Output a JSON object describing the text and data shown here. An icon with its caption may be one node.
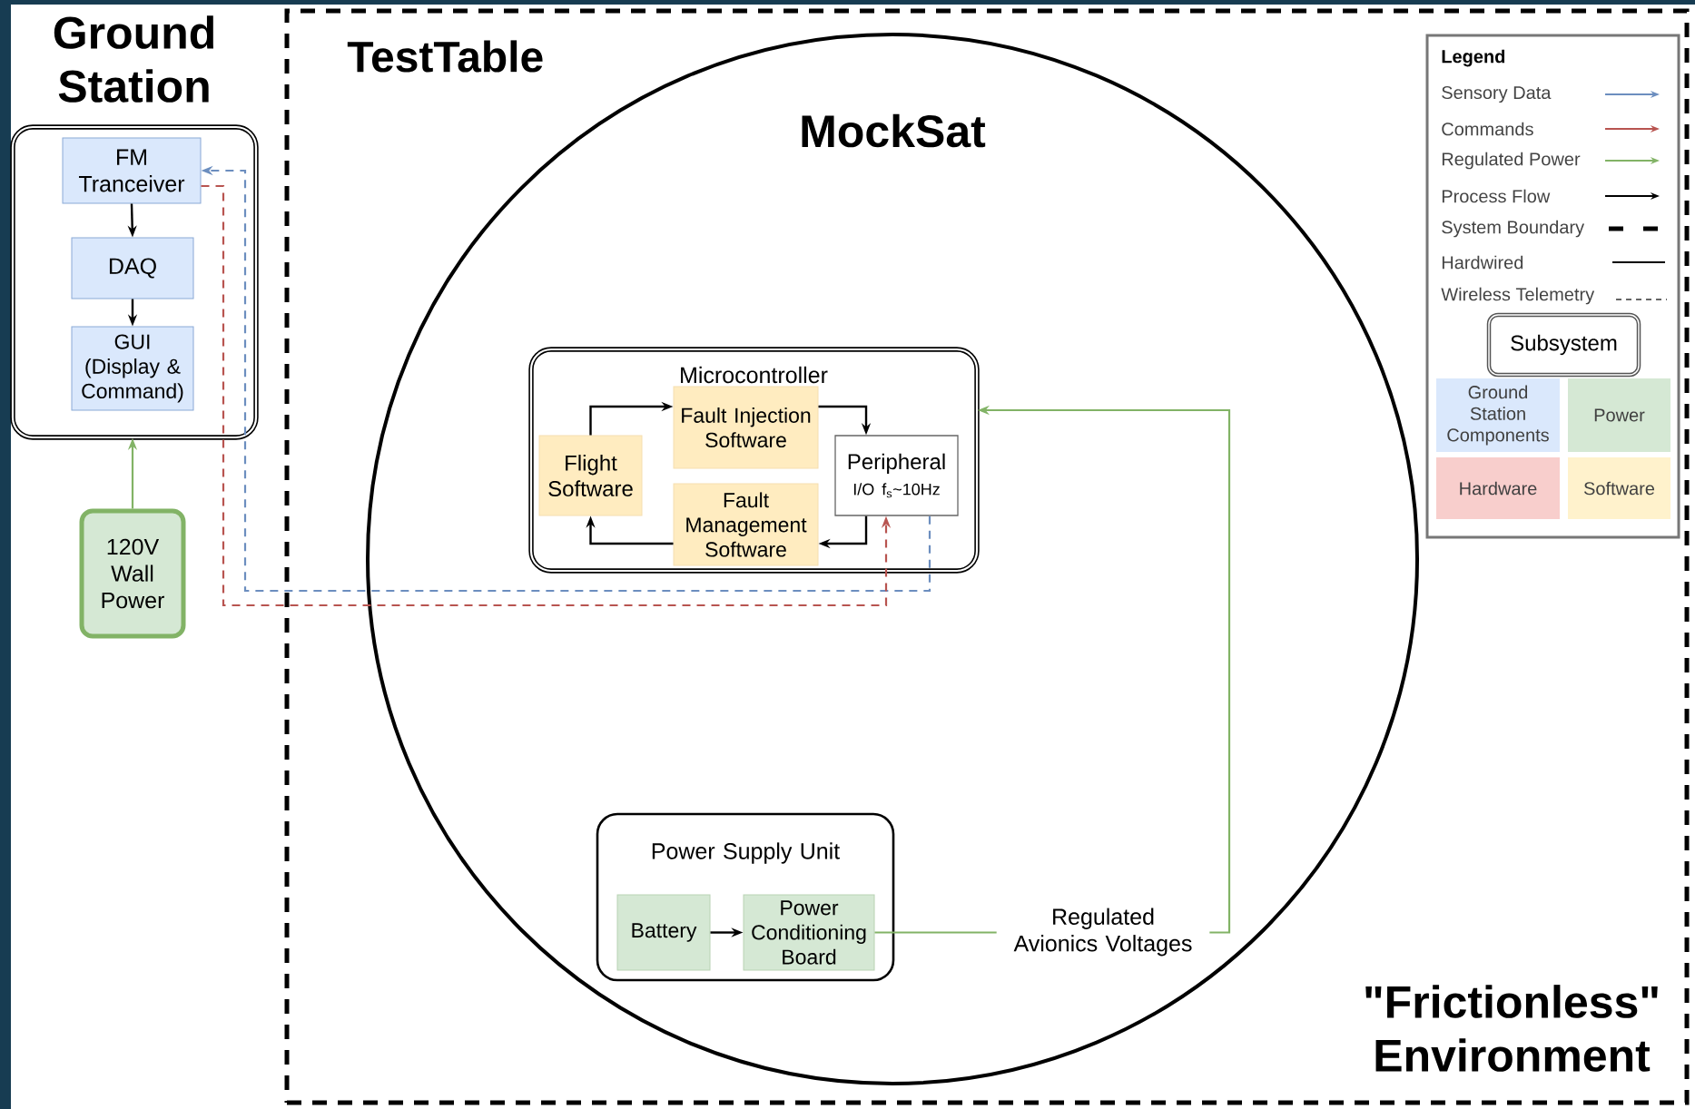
{
  "diagram": {
    "nodes": [
      {
        "text": [
          "Ground Station"
        ]
      },
      {
        "text": [
          "FM Tranceiver"
        ],
        "in": 0
      },
      {
        "text": [
          "DAQ"
        ],
        "in": 0
      },
      {
        "text": [
          "GUI (Display & Command)"
        ],
        "in": 0
      },
      {
        "text": [
          "120V Wall Power"
        ]
      },
      {
        "text": [
          "TestTable",
          "\"Frictionless\" Environment"
        ]
      },
      {
        "text": [
          "MockSat"
        ],
        "in": 5
      },
      {
        "text": [
          "Microcontroller"
        ],
        "in": 6
      },
      {
        "text": [
          "Flight Software"
        ],
        "in": 7
      },
      {
        "text": [
          "Fault Injection Software"
        ],
        "in": 7
      },
      {
        "text": [
          "Fault Management Software"
        ],
        "in": 7
      },
      {
        "text": [
          "Peripheral",
          "I/O f$_{s}$~10Hz"
        ],
        "in": 7
      },
      {
        "text": [
          "Power Supply Unit"
        ],
        "in": 6
      },
      {
        "text": [
          "Battery"
        ],
        "in": 12
      },
      {
        "text": [
          "Power Conditioning Board"
        ],
        "in": 12
      }
    ],
    "edges": [
      {
        "from": 1,
        "to": 2,
        "arrow": "to"
      },
      {
        "from": 2,
        "to": 3,
        "arrow": "to"
      },
      {
        "from": 4,
        "to": 0,
        "arrow": "to",
        "color": "#82b366"
      },
      {
        "from": 11,
        "to": 1,
        "arrow": "to",
        "style": "dashed",
        "color": "#6c8ebf"
      },
      {
        "from": 1,
        "to": 11,
        "arrow": "to",
        "style": "dashed",
        "color": "#b85450"
      },
      {
        "from": 8,
        "to": 9,
        "arrow": "to"
      },
      {
        "from": 9,
        "to": 11,
        "arrow": "to"
      },
      {
        "from": 11,
        "to": 10,
        "arrow": "to"
      },
      {
        "from": 10,
        "to": 8,
        "arrow": "to"
      },
      {
        "from": 13,
        "to": 14,
        "arrow": "to"
      },
      {
        "from": 14,
        "to": 7,
        "arrow": "to",
        "color": "#82b366",
        "label": "Regulated Avionics Voltages"
      }
    ],
    "labels": [
      "Legend"
    ],
    "legend": [
      {
        "text": "Sensory Data"
      },
      {
        "text": "Commands"
      },
      {
        "text": "Regulated Power"
      },
      {
        "text": "Process Flow"
      },
      {
        "text": "System Boundary"
      },
      {
        "text": "Hardwired"
      },
      {
        "text": "Wireless Telemetry"
      },
      {
        "text": "Subsystem"
      },
      {
        "text": "Ground Station Components",
        "color": "#dae8fc"
      },
      {
        "text": "Power",
        "color": "#d5e8d4"
      },
      {
        "text": "Hardware",
        "color": "#f8cecc"
      },
      {
        "text": "Software",
        "color": "#fff2cc"
      }
    ]
  }
}
